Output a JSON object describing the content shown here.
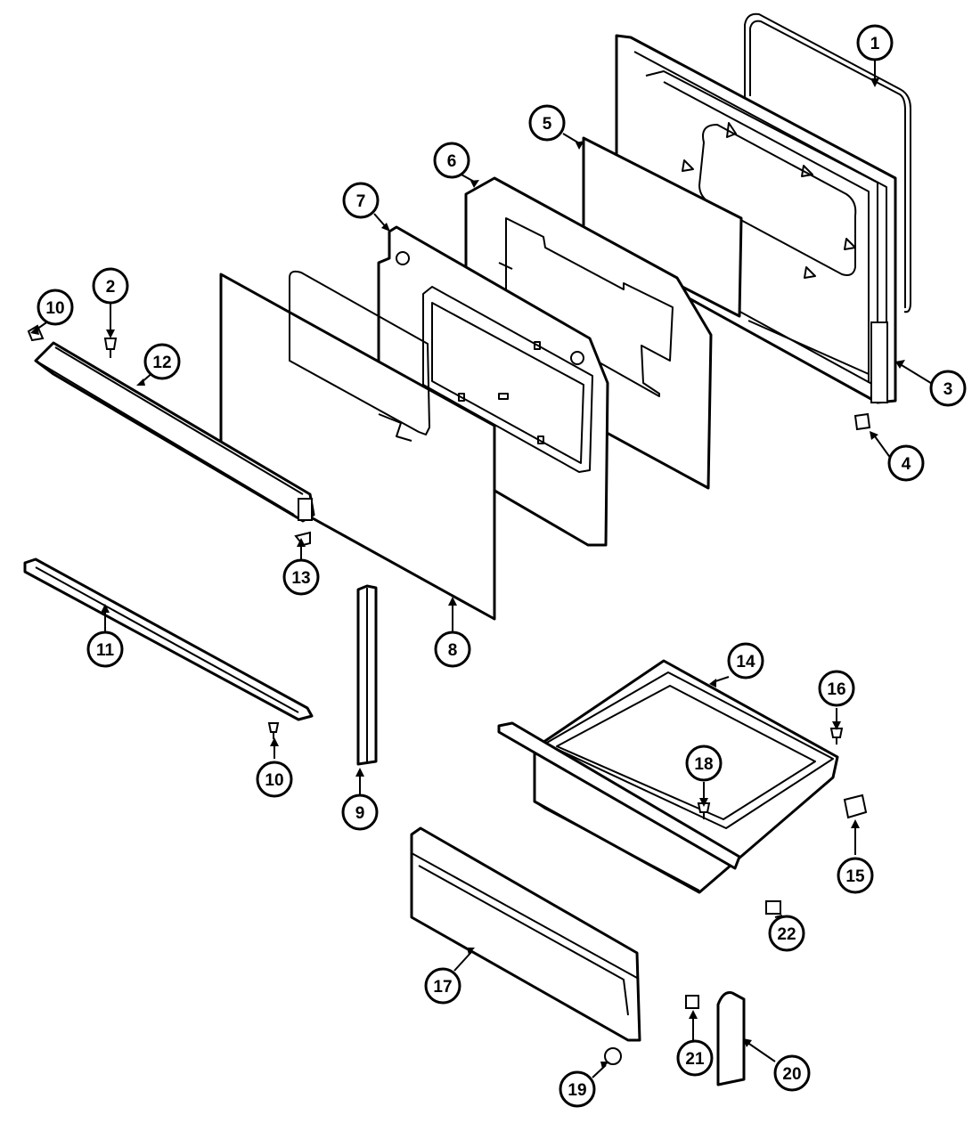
{
  "callouts": [
    {
      "label": "1"
    },
    {
      "label": "2"
    },
    {
      "label": "3"
    },
    {
      "label": "4"
    },
    {
      "label": "5"
    },
    {
      "label": "6"
    },
    {
      "label": "7"
    },
    {
      "label": "8"
    },
    {
      "label": "9"
    },
    {
      "label": "10"
    },
    {
      "label": "10"
    },
    {
      "label": "11"
    },
    {
      "label": "12"
    },
    {
      "label": "13"
    },
    {
      "label": "14"
    },
    {
      "label": "15"
    },
    {
      "label": "16"
    },
    {
      "label": "17"
    },
    {
      "label": "18"
    },
    {
      "label": "19"
    },
    {
      "label": "20"
    },
    {
      "label": "21"
    },
    {
      "label": "22"
    }
  ]
}
